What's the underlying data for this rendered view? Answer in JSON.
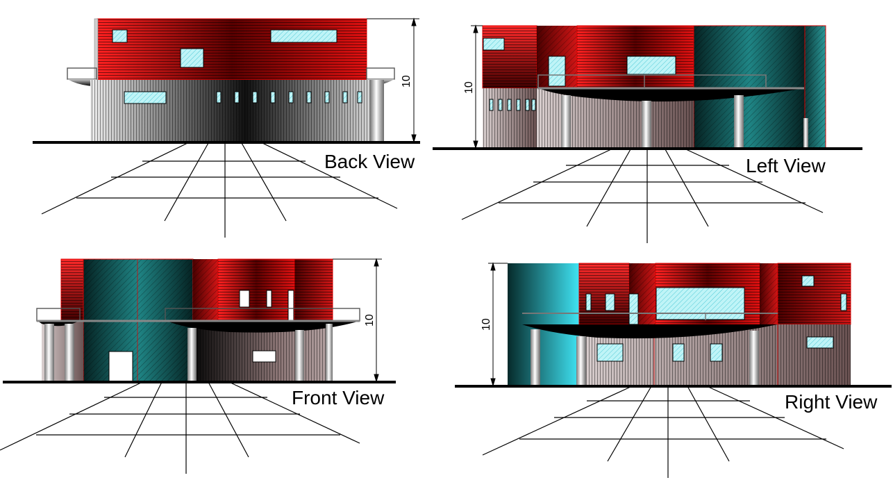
{
  "views": [
    {
      "id": "back",
      "label": "Back View",
      "dimension": "10"
    },
    {
      "id": "left",
      "label": "Left View",
      "dimension": "10"
    },
    {
      "id": "front",
      "label": "Front View",
      "dimension": "10"
    },
    {
      "id": "right",
      "label": "Right View",
      "dimension": "10"
    }
  ],
  "colors": {
    "red_dark": "#3a0000",
    "red_bright": "#e01010",
    "teal_dark": "#051f1f",
    "teal_mid": "#1f8080",
    "cyan_light": "#40e0f0",
    "window": "#bff4f7",
    "grey_light": "#e6e6e6",
    "grey_dark": "#262626",
    "ground": "#000000"
  }
}
